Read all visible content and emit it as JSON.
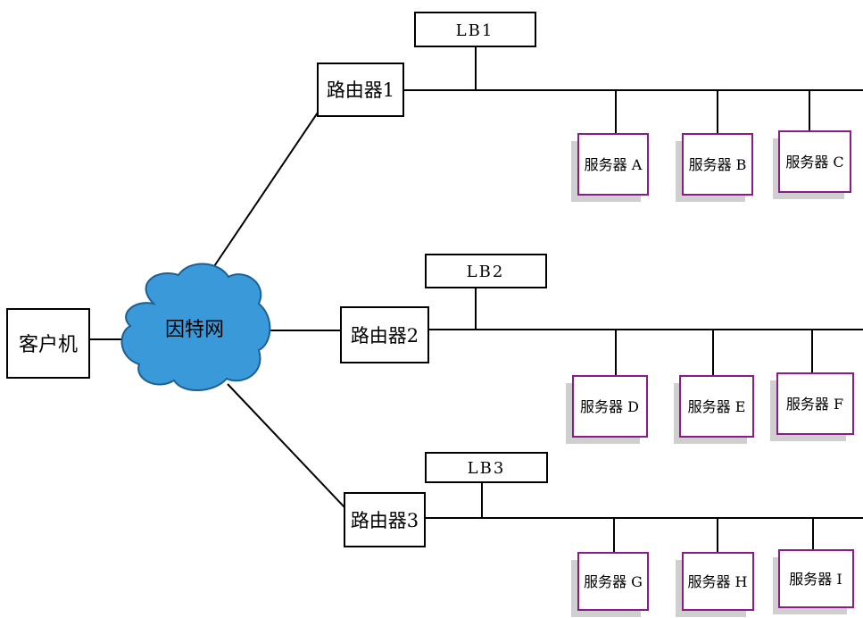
{
  "client": {
    "label": "客户机"
  },
  "internet": {
    "label": "因特网",
    "fill": "#3a9ad9",
    "stroke": "#1c5f93"
  },
  "routers": [
    {
      "label": "路由器1",
      "lb": "LB1",
      "servers": [
        "服务器 A",
        "服务器 B",
        "服务器 C"
      ]
    },
    {
      "label": "路由器2",
      "lb": "LB2",
      "servers": [
        "服务器 D",
        "服务器 E",
        "服务器 F"
      ]
    },
    {
      "label": "路由器3",
      "lb": "LB3",
      "servers": [
        "服务器 G",
        "服务器 H",
        "服务器 I"
      ]
    }
  ],
  "colors": {
    "server_border": "#8b1a8b",
    "server_shadow": "#cfcfcf",
    "line": "#000000"
  }
}
